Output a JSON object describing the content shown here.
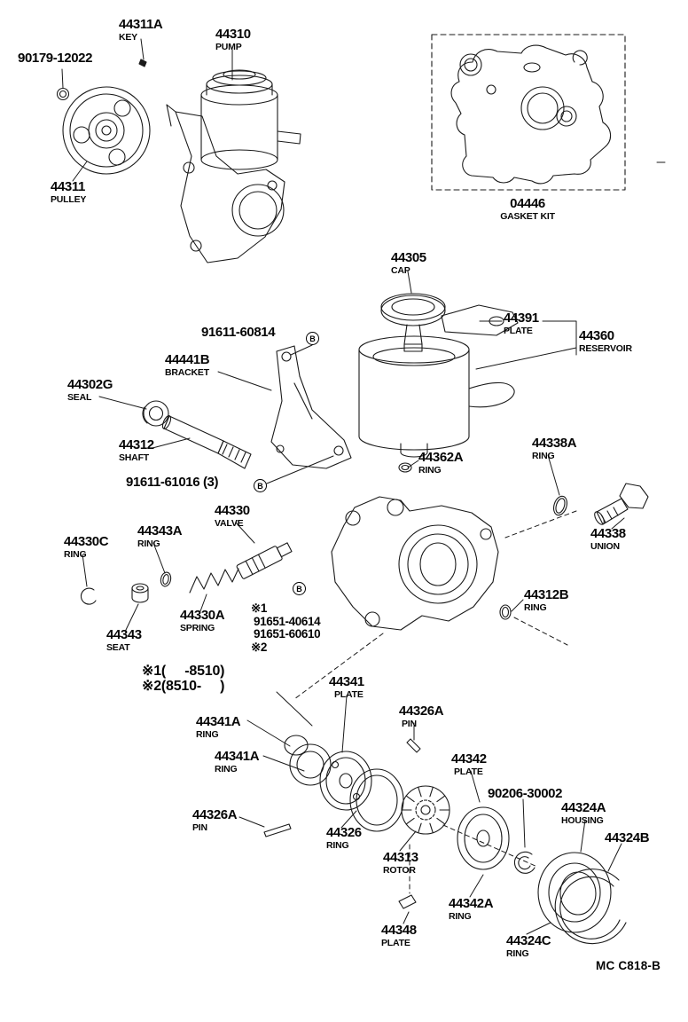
{
  "footer": {
    "code": "MC C818-B"
  },
  "symbols": {
    "b": "B"
  },
  "notes": {
    "mark1": "※1",
    "mark2": "※2",
    "range1": "※1(     -8510)",
    "range2": "※2(8510-     )"
  },
  "parts": {
    "key": {
      "num": "44311A",
      "desc": "KEY"
    },
    "pulley_set_nut": {
      "num": "90179-12022",
      "desc": ""
    },
    "pump": {
      "num": "44310",
      "desc": "PUMP"
    },
    "pulley": {
      "num": "44311",
      "desc": "PULLEY"
    },
    "gasket_kit": {
      "num": "04446",
      "desc": "GASKET KIT"
    },
    "cap": {
      "num": "44305",
      "desc": "CAP"
    },
    "bolt_60814": {
      "num": "91611-60814",
      "desc": ""
    },
    "plate_44391": {
      "num": "44391",
      "desc": "PLATE"
    },
    "reservoir": {
      "num": "44360",
      "desc": "RESERVOIR"
    },
    "bracket": {
      "num": "44441B",
      "desc": "BRACKET"
    },
    "seal": {
      "num": "44302G",
      "desc": "SEAL"
    },
    "shaft": {
      "num": "44312",
      "desc": "SHAFT"
    },
    "bolt_61016": {
      "num": "91611-61016 (3)",
      "desc": ""
    },
    "ring_44362a": {
      "num": "44362A",
      "desc": "RING"
    },
    "ring_44338a": {
      "num": "44338A",
      "desc": "RING"
    },
    "union": {
      "num": "44338",
      "desc": "UNION"
    },
    "valve": {
      "num": "44330",
      "desc": "VALVE"
    },
    "ring_44343a": {
      "num": "44343A",
      "desc": "RING"
    },
    "ring_44330c": {
      "num": "44330C",
      "desc": "RING"
    },
    "spring": {
      "num": "44330A",
      "desc": "SPRING"
    },
    "seat": {
      "num": "44343",
      "desc": "SEAT"
    },
    "bolt_40614": {
      "num": "91651-40614",
      "desc": ""
    },
    "bolt_60610": {
      "num": "91651-60610",
      "desc": ""
    },
    "ring_44312b": {
      "num": "44312B",
      "desc": "RING"
    },
    "plate_44341": {
      "num": "44341",
      "desc": "PLATE"
    },
    "pin_front": {
      "num": "44326A",
      "desc": "PIN"
    },
    "ring_44341a_outer": {
      "num": "44341A",
      "desc": "RING"
    },
    "ring_44341a_inner": {
      "num": "44341A",
      "desc": "RING"
    },
    "pin_rear": {
      "num": "44326A",
      "desc": "PIN"
    },
    "ring_44326": {
      "num": "44326",
      "desc": "RING"
    },
    "rotor": {
      "num": "44313",
      "desc": "ROTOR"
    },
    "plate_44342": {
      "num": "44342",
      "desc": "PLATE"
    },
    "ring_90206": {
      "num": "90206-30002",
      "desc": ""
    },
    "housing": {
      "num": "44324A",
      "desc": "HOUSING"
    },
    "ring_44324b": {
      "num": "44324B",
      "desc": ""
    },
    "ring_44342a": {
      "num": "44342A",
      "desc": "RING"
    },
    "plate_44348": {
      "num": "44348",
      "desc": "PLATE"
    },
    "ring_44324c": {
      "num": "44324C",
      "desc": "RING"
    }
  }
}
